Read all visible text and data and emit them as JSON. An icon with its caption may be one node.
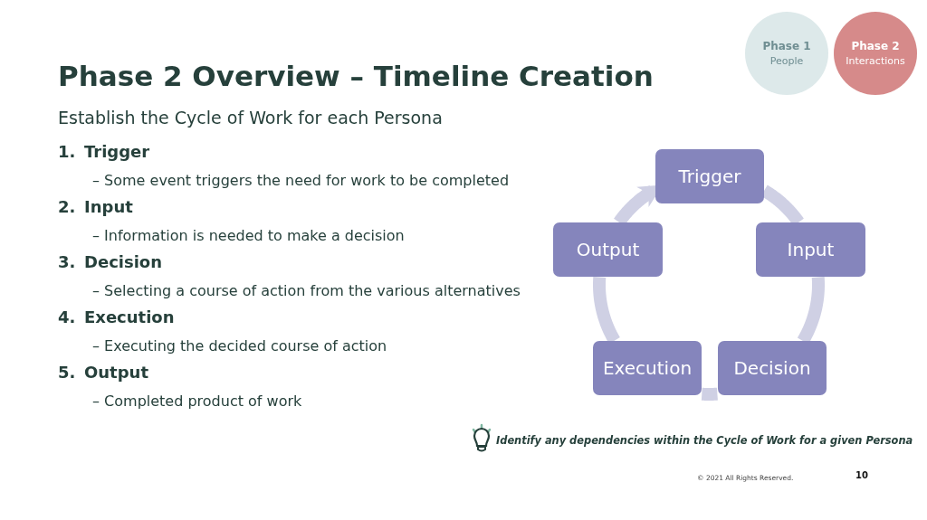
{
  "diagram": {
    "title": "Phase 2 Overview – Timeline Creation",
    "nodes": [
      {
        "text": [
          "Phase 1",
          "People"
        ]
      },
      {
        "text": [
          "Phase 2",
          "Interactions"
        ]
      },
      {
        "text": [
          "Trigger"
        ]
      },
      {
        "text": [
          "Input"
        ]
      },
      {
        "text": [
          "Decision"
        ]
      },
      {
        "text": [
          "Execution"
        ]
      },
      {
        "text": [
          "Output"
        ]
      }
    ],
    "edges": [
      {
        "from": 2,
        "to": 3,
        "arrow": "none"
      },
      {
        "from": 3,
        "to": 4,
        "arrow": "none"
      },
      {
        "from": 4,
        "to": 5,
        "arrow": "none"
      },
      {
        "from": 5,
        "to": 6,
        "arrow": "none"
      },
      {
        "from": 6,
        "to": 2,
        "arrow": "to"
      }
    ],
    "labels": [
      "Establish the Cycle of Work for each Persona",
      "1.",
      "Trigger",
      "– Some event triggers the need for work to be completed",
      "2.",
      "Input",
      "– Information is needed to make a decision",
      "3.",
      "Decision",
      "– Selecting a course of action from the various alternatives",
      "4.",
      "Execution",
      "– Executing the decided course of action",
      "5.",
      "Output",
      "– Completed product of work",
      "Identify any dependencies within the Cycle of Work for a given Persona",
      "© 2021 All Rights Reserved.",
      "10"
    ]
  }
}
